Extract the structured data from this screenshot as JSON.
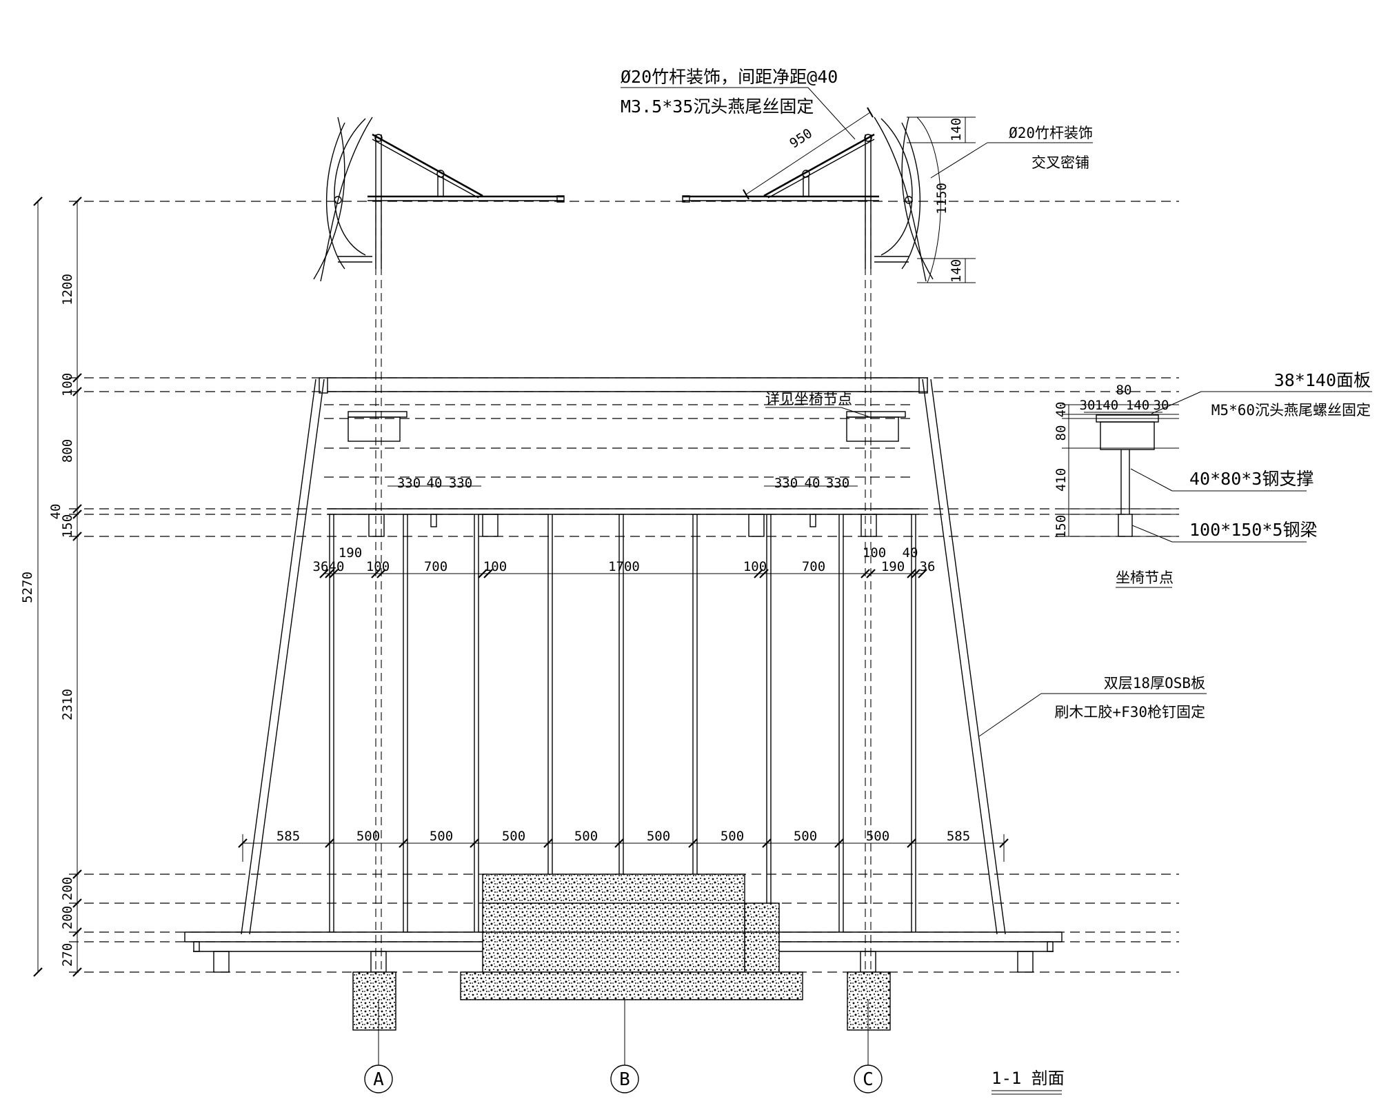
{
  "left_dims": [
    "5270",
    "1200",
    "100",
    "800",
    "40",
    "150",
    "2310",
    "200",
    "200",
    "270"
  ],
  "top_dims": [
    "36",
    "40",
    "190",
    "100",
    "700",
    "100",
    "1700",
    "100",
    "700",
    "100",
    "190",
    "40",
    "36"
  ],
  "bench_dims_left": [
    "330",
    "40",
    "330"
  ],
  "bench_dims_right": [
    "330",
    "40",
    "330"
  ],
  "bottom_dims": [
    "585",
    "500",
    "500",
    "500",
    "500",
    "500",
    "500",
    "500",
    "500",
    "585"
  ],
  "roof": {
    "label_1": "Ø20竹杆装饰，间距净距@40",
    "label_2": "M3.5*35沉头燕尾丝固定",
    "dim_950": "950",
    "dim_140_top": "140",
    "dim_1150": "1150",
    "dim_140_bot": "140",
    "side_label_1": "Ø20竹杆装饰",
    "side_label_2": "交叉密铺"
  },
  "bench_ref": "详见坐椅节点",
  "osb": {
    "label_1": "双层18厚OSB板",
    "label_2": "刷木工胶+F30枪钉固定"
  },
  "detail": {
    "title": "坐椅节点",
    "label_panel": "38*140面板",
    "label_screw": "M5*60沉头燕尾螺丝固定",
    "label_support": "40*80*3钢支撑",
    "label_beam": "100*150*5钢梁",
    "dim_80": "80",
    "dims_top": [
      "30",
      "140",
      "140",
      "30"
    ],
    "dims_side": [
      "40",
      "80",
      "410",
      "150"
    ]
  },
  "grid_marks": [
    "A",
    "B",
    "C"
  ],
  "section_title": "1-1  剖面"
}
